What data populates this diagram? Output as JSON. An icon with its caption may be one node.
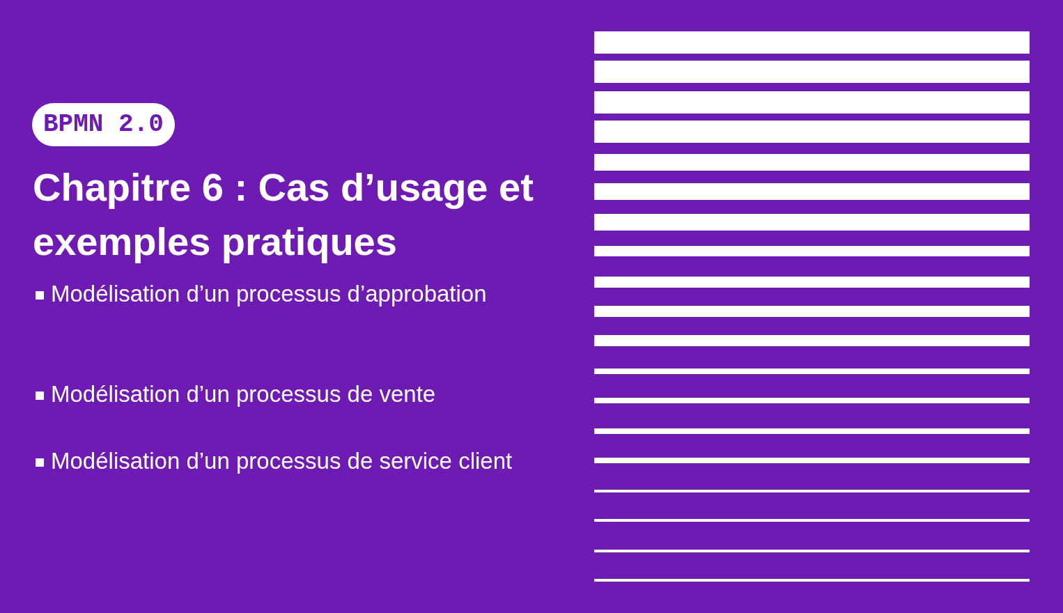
{
  "diagram": {
    "title": "Chapitre 6 : Cas d’usage et exemples pratiques",
    "nodes": [
      {
        "text": [
          "BPMN 2.0"
        ]
      }
    ],
    "labels": [
      "Modélisation d’un processus d’approbation",
      "Modélisation d’un processus de vente",
      "Modélisation d’un processus de service client"
    ]
  }
}
